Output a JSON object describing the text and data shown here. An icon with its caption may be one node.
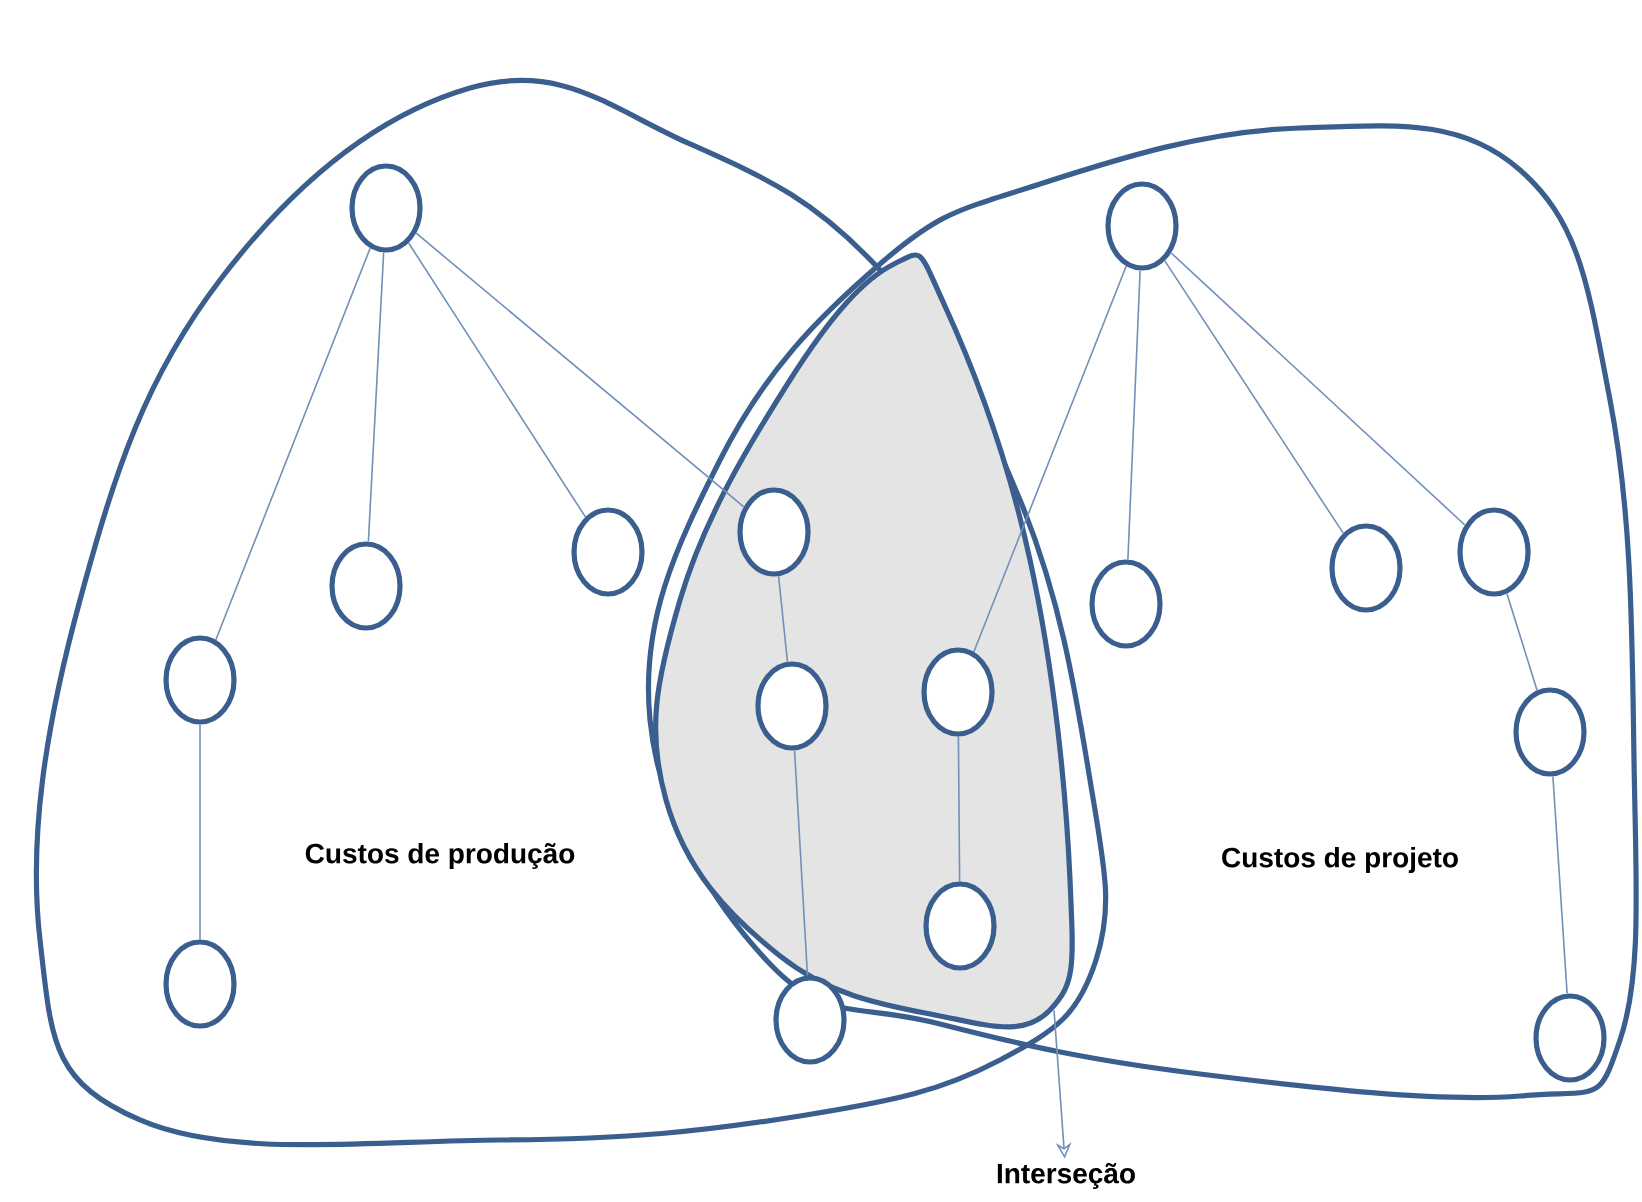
{
  "diagram": {
    "nodes": [
      {
        "text": [
          "Custos de produção"
        ]
      },
      {
        "text": [
          "Custos de projeto"
        ]
      },
      {
        "text": [],
        "shape": "region"
      },
      {
        "text": [
          "Interseção"
        ]
      },
      {
        "text": [],
        "shape": "circle",
        "in": 0
      },
      {
        "text": [],
        "shape": "circle",
        "in": 0
      },
      {
        "text": [],
        "shape": "circle",
        "in": 0
      },
      {
        "text": [],
        "shape": "circle",
        "in": 0
      },
      {
        "text": [],
        "shape": "circle",
        "in": 0
      },
      {
        "text": [],
        "shape": "circle",
        "in": 0
      },
      {
        "text": [],
        "shape": "circle",
        "in": 2
      },
      {
        "text": [],
        "shape": "circle",
        "in": 2
      },
      {
        "text": [],
        "shape": "circle",
        "in": 2
      },
      {
        "text": [],
        "shape": "circle",
        "in": 2
      },
      {
        "text": [],
        "shape": "circle",
        "in": 1
      },
      {
        "text": [],
        "shape": "circle",
        "in": 1
      },
      {
        "text": [],
        "shape": "circle",
        "in": 1
      },
      {
        "text": [],
        "shape": "circle",
        "in": 1
      },
      {
        "text": [],
        "shape": "circle",
        "in": 1
      },
      {
        "text": [],
        "shape": "circle",
        "in": 1
      }
    ],
    "edges": [
      {
        "from": 4,
        "to": 5,
        "arrow": "none"
      },
      {
        "from": 4,
        "to": 6,
        "arrow": "none"
      },
      {
        "from": 4,
        "to": 7,
        "arrow": "none"
      },
      {
        "from": 4,
        "to": 10,
        "arrow": "none"
      },
      {
        "from": 5,
        "to": 8,
        "arrow": "none"
      },
      {
        "from": 10,
        "to": 11,
        "arrow": "none"
      },
      {
        "from": 11,
        "to": 9,
        "arrow": "none"
      },
      {
        "from": 14,
        "to": 12,
        "arrow": "none"
      },
      {
        "from": 12,
        "to": 13,
        "arrow": "none"
      },
      {
        "from": 14,
        "to": 15,
        "arrow": "none"
      },
      {
        "from": 14,
        "to": 16,
        "arrow": "none"
      },
      {
        "from": 14,
        "to": 17,
        "arrow": "none"
      },
      {
        "from": 17,
        "to": 18,
        "arrow": "none"
      },
      {
        "from": 18,
        "to": 19,
        "arrow": "none"
      },
      {
        "from": 2,
        "to": 3,
        "arrow": "to"
      }
    ]
  }
}
